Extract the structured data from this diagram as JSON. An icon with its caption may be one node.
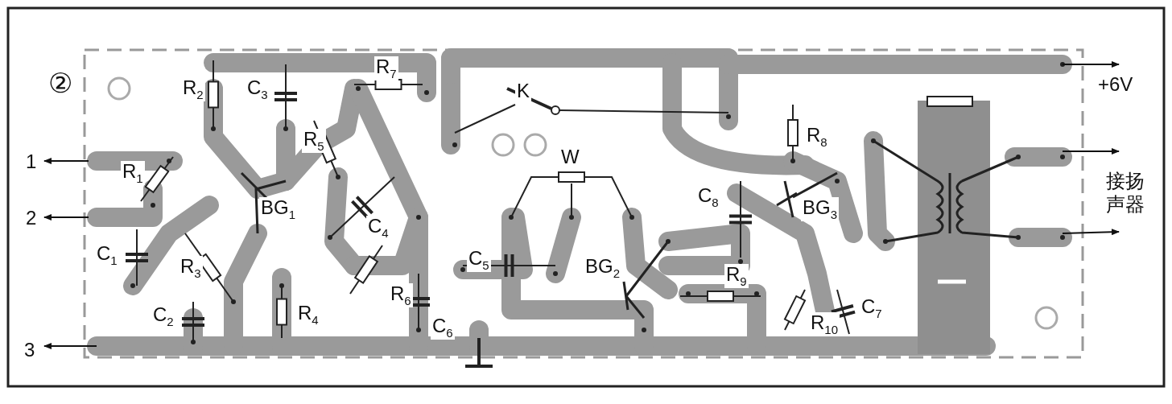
{
  "diagram": {
    "labels": [
      "②",
      "R$_{2}$",
      "C$_{3}$",
      "R$_{7}$",
      "K",
      "+6V",
      "R$_{5}$",
      "R$_{8}$",
      "1",
      "R$_{1}$",
      "W",
      "2",
      "BG$_{1}$",
      "C$_{4}$",
      "C$_{8}$",
      "BG$_{3}$",
      "接扬声器",
      "C$_{1}$",
      "R$_{3}$",
      "C$_{5}$",
      "BG$_{2}$",
      "R$_{9}$",
      "C$_{2}$",
      "R$_{4}$",
      "R$_{6}$",
      "C$_{6}$",
      "R$_{10}$",
      "C$_{7}$",
      "3"
    ]
  }
}
